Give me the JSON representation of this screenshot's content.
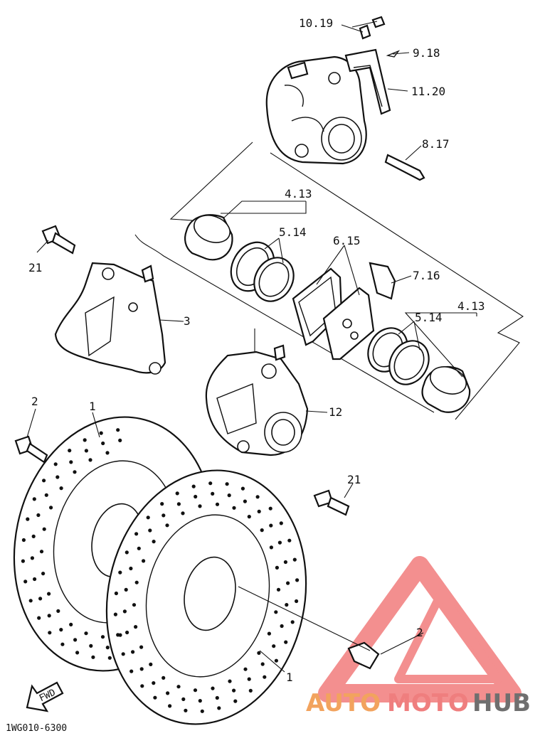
{
  "labels": {
    "l_10_19": "10.19",
    "l_9_18": "9.18",
    "l_11_20": "11.20",
    "l_8_17": "8.17",
    "l_4_13_a": "4.13",
    "l_5_14_a": "5.14",
    "l_6_15": "6.15",
    "l_7_16": "7.16",
    "l_4_13_b": "4.13",
    "l_5_14_b": "5.14",
    "l_21_a": "21",
    "l_3": "3",
    "l_12": "12",
    "l_2_a": "2",
    "l_1_a": "1",
    "l_21_b": "21",
    "l_2_b": "2",
    "l_1_b": "1"
  },
  "fwd": "FWD",
  "part_code": "1WG010-6300",
  "watermark": {
    "auto": "AUTO",
    "moto": "MOTO",
    "hub": "HUB"
  },
  "colors": {
    "watermark_red": "#ef6a6a",
    "watermark_orange": "#f2a35e",
    "watermark_gray": "#6f6f6f",
    "line": "#111111"
  }
}
